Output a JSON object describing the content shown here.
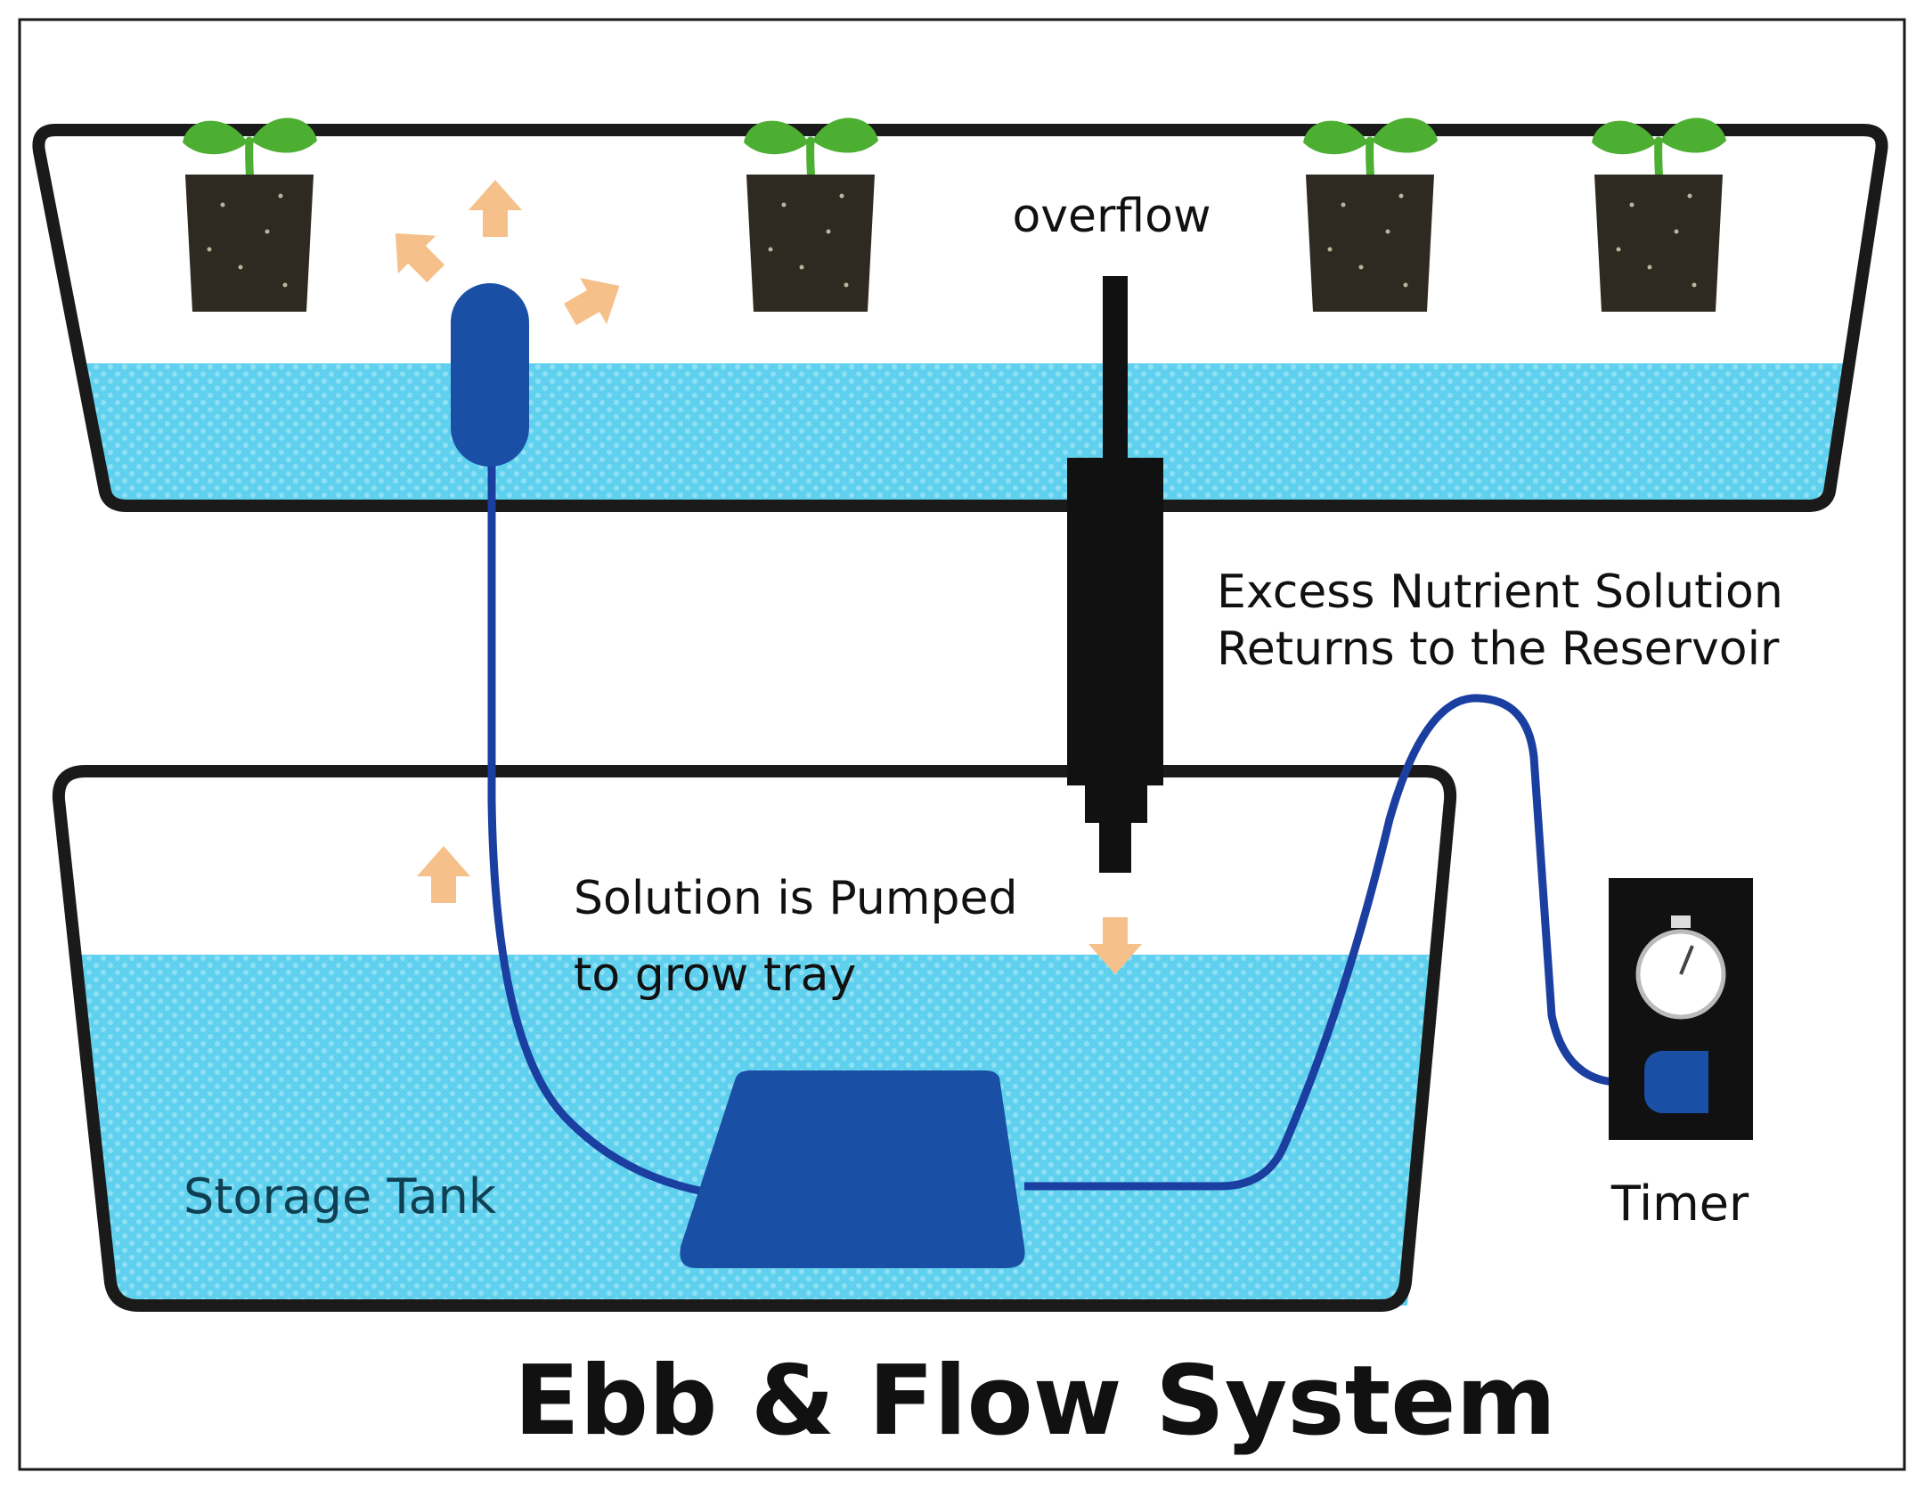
{
  "title": "Ebb & Flow System",
  "labels": {
    "overflow": "overflow",
    "excess_line1": "Excess Nutrient Solution",
    "excess_line2": "Returns to the Reservoir",
    "pumped_line1": "Solution is Pumped",
    "pumped_line2": "to grow tray",
    "storage_tank": "Storage Tank",
    "timer": "Timer"
  },
  "icons": {
    "seedling": "seedling-icon",
    "stopwatch": "stopwatch-icon",
    "flow_arrow": "arrow-icon"
  },
  "colors": {
    "water": "#5fd0ee",
    "water_dots": "#8fe0f4",
    "pump_blue": "#1a4fa6",
    "tube_blue": "#1a3fa0",
    "outline": "#1a1a1a",
    "soil": "#2e2a22",
    "leaf": "#4caf32",
    "arrow": "#f5c08a",
    "text": "#111111"
  }
}
